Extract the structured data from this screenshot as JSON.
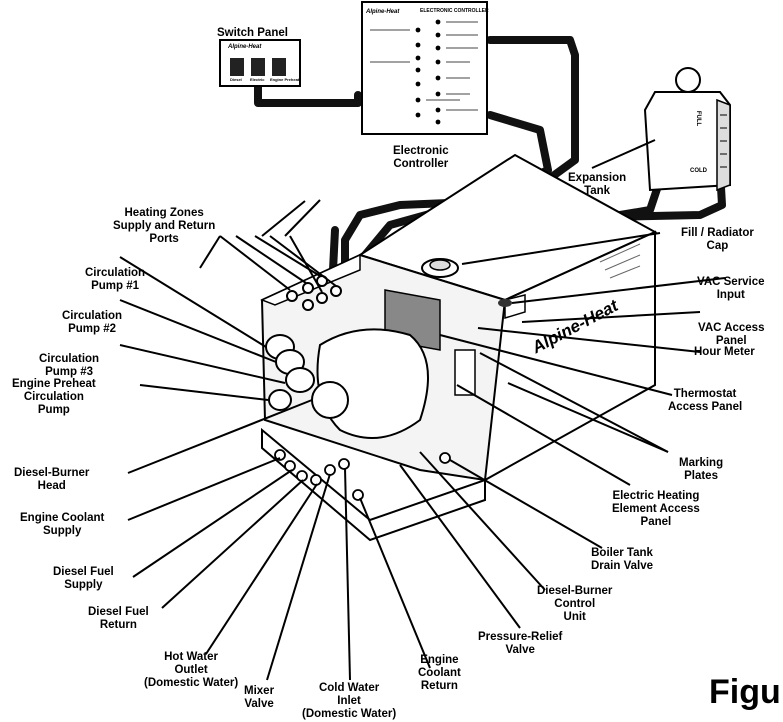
{
  "labels": {
    "switch_panel": "Switch Panel",
    "electronic_controller": [
      "Electronic",
      "Controller"
    ],
    "expansion_tank": [
      "Expansion",
      "Tank"
    ],
    "fill_radiator_cap": [
      "Fill / Radiator",
      "Cap"
    ],
    "heating_zones": [
      "Heating Zones",
      "Supply and Return",
      "Ports"
    ],
    "vac_service_input": [
      "VAC Service",
      "Input"
    ],
    "vac_access_panel": [
      "VAC Access",
      "Panel"
    ],
    "hour_meter": "Hour Meter",
    "thermostat_access_panel": [
      "Thermostat",
      "Access Panel"
    ],
    "marking_plates": [
      "Marking",
      "Plates"
    ],
    "electric_heating_element": [
      "Electric Heating",
      "Element Access",
      "Panel"
    ],
    "boiler_tank_drain": [
      "Boiler Tank",
      "Drain Valve"
    ],
    "diesel_burner_control": [
      "Diesel-Burner",
      "Control",
      "Unit"
    ],
    "pressure_relief": [
      "Pressure-Relief",
      "Valve"
    ],
    "engine_coolant_return": [
      "Engine",
      "Coolant",
      "Return"
    ],
    "cold_water_inlet": [
      "Cold Water",
      "Inlet",
      "(Domestic Water)"
    ],
    "mixer_valve": [
      "Mixer",
      "Valve"
    ],
    "hot_water_outlet": [
      "Hot Water",
      "Outlet",
      "(Domestic Water)"
    ],
    "diesel_fuel_return": [
      "Diesel Fuel",
      "Return"
    ],
    "diesel_fuel_supply": [
      "Diesel Fuel",
      "Supply"
    ],
    "engine_coolant_supply": [
      "Engine Coolant",
      "Supply"
    ],
    "diesel_burner_head": [
      "Diesel-Burner",
      "Head"
    ],
    "engine_preheat_pump": [
      "Engine Preheat",
      "Circulation",
      "Pump"
    ],
    "circulation_pump_1": [
      "Circulation",
      "Pump #1"
    ],
    "circulation_pump_2": [
      "Circulation",
      "Pump #2"
    ],
    "circulation_pump_3": [
      "Circulation",
      "Pump #3"
    ]
  },
  "figure_caption": "Figu",
  "controller_panel": {
    "header": "ELECTRONIC CONTROLLER",
    "logo_text": "Alpine-Heat"
  },
  "switch_panel_box": {
    "logo_text": "Alpine-Heat",
    "switch_labels": [
      "Diesel",
      "Electric",
      "Engine Preheat"
    ]
  },
  "tank_markings": [
    "FULL",
    "COLD"
  ],
  "unit_logo": "Alpine-Heat"
}
